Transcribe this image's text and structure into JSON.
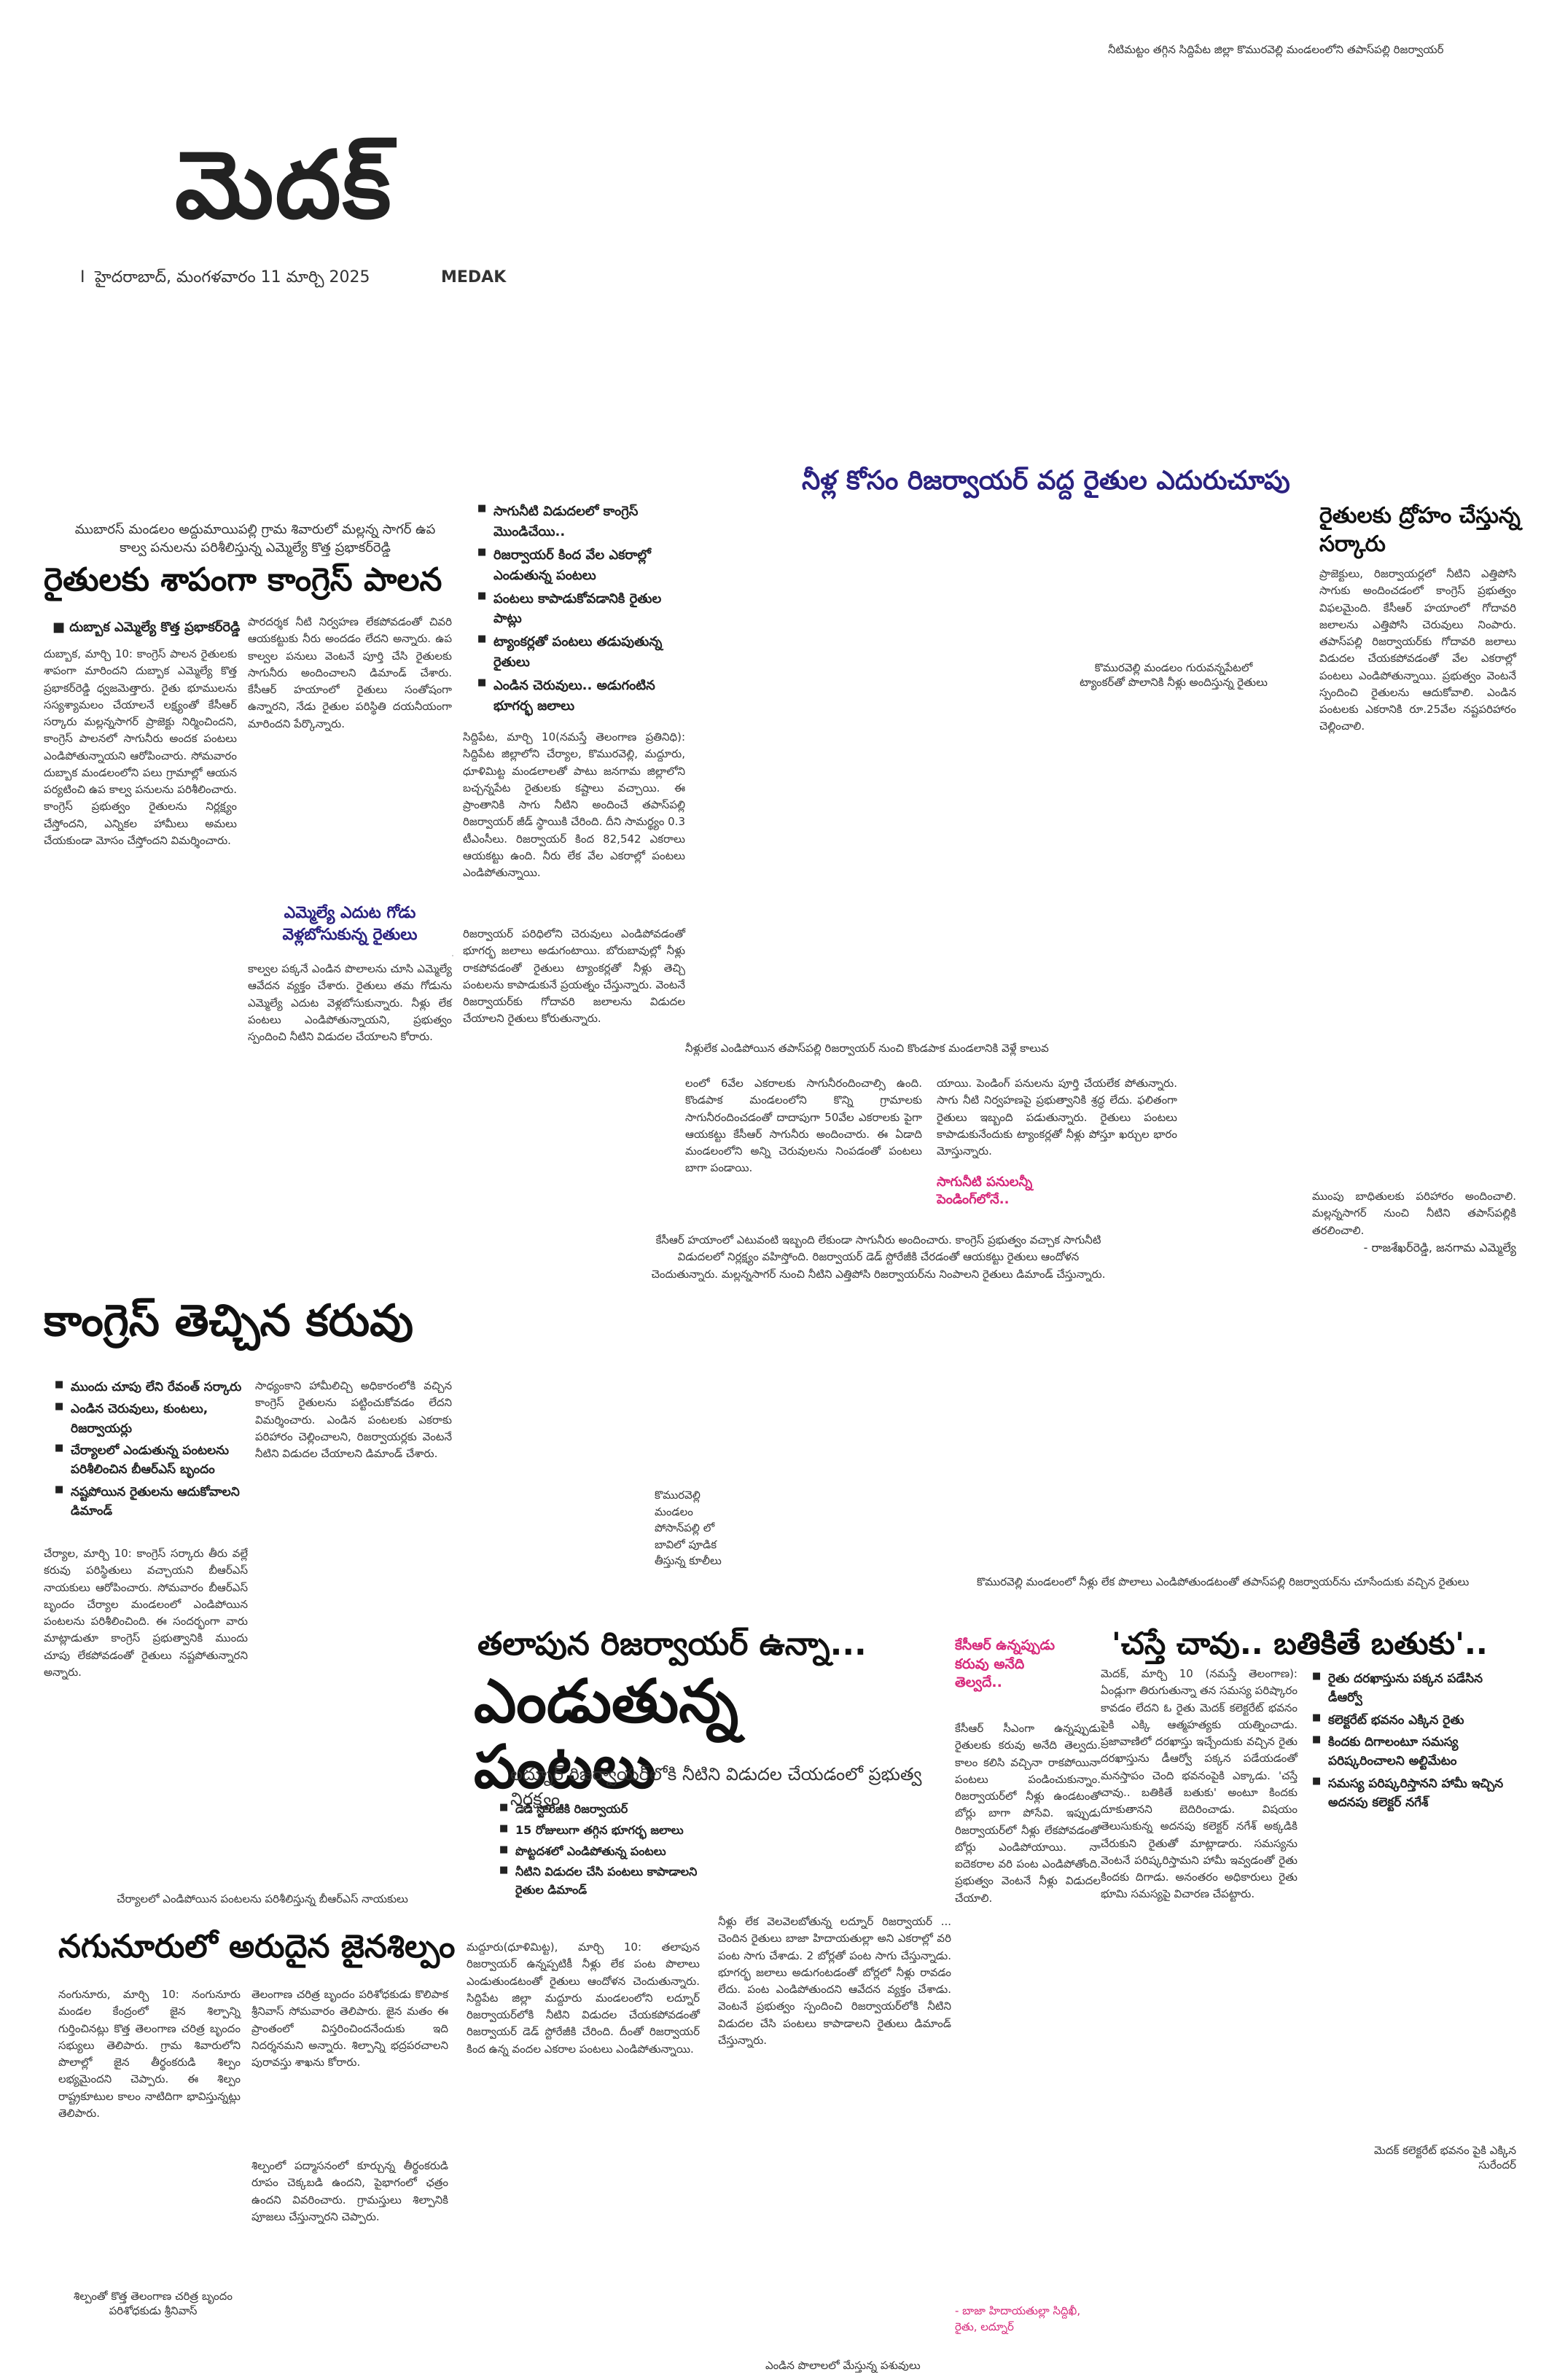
{
  "masthead": {
    "title": "మెదక్",
    "date_line": "హైదరాబాద్, మంగళవారం 11 మార్చి 2025",
    "edition": "MEDAK",
    "page_marker": "I"
  },
  "top_caption": "నీటిమట్టం తగ్గిన సిద్దిపేట జిల్లా కొమురవెల్లి మండలంలోని తపాస్‌పల్లి రిజర్వాయర్",
  "story1": {
    "kicker": "ముబారస్ మండలం అద్దుమాయిపల్లి గ్రామ శివారులో మల్లన్న సాగర్ ఉప కాల్వ పనులను పరిశీలిస్తున్న ఎమ్మెల్యే కొత్త ప్రభాకర్‌రెడ్డి",
    "headline": "రైతులకు శాపంగా కాంగ్రెస్ పాలన",
    "byline": "దుబ్బాక ఎమ్మెల్యే కొత్త ప్రభాకర్‌రెడ్డి",
    "body_a": "దుబ్బాక, మార్చి 10: కాంగ్రెస్ పాలన రైతులకు శాపంగా మారిందని దుబ్బాక ఎమ్మెల్యే కొత్త ప్రభాకర్‌రెడ్డి ధ్వజమెత్తారు. రైతు భూములను సస్యశ్యామలం చేయాలనే లక్ష్యంతో కేసీఆర్ సర్కారు మల్లన్నసాగర్ ప్రాజెక్టు నిర్మించిందని, కాంగ్రెస్ పాలనలో సాగునీరు అందక పంటలు ఎండిపోతున్నాయని ఆరోపించారు. సోమవారం దుబ్బాక మండలంలోని పలు గ్రామాల్లో ఆయన పర్యటించి ఉప కాల్వ పనులను పరిశీలించారు. కాంగ్రెస్ ప్రభుత్వం రైతులను నిర్లక్ష్యం చేస్తోందని, ఎన్నికల హామీలు అమలు చేయకుండా మోసం చేస్తోందని విమర్శించారు.",
    "body_b": "పారదర్శక నీటి నిర్వహణ లేకపోవడంతో చివరి ఆయకట్టుకు నీరు అందడం లేదని అన్నారు. ఉప కాల్వల పనులు వెంటనే పూర్తి చేసి రైతులకు సాగునీరు అందించాలని డిమాండ్ చేశారు. కేసీఆర్ హయాంలో రైతులు సంతోషంగా ఉన్నారని, నేడు రైతుల పరిస్థితి దయనీయంగా మారిందని పేర్కొన్నారు.",
    "subhead": "ఎమ్మెల్యే ఎదుట గోడు వెళ్లబోసుకున్న రైతులు",
    "body_c": "కాల్వల పక్కనే ఎండిన పొలాలను చూసి ఎమ్మెల్యే ఆవేదన వ్యక్తం చేశారు. రైతులు తమ గోడును ఎమ్మెల్యే ఎదుట వెళ్లబోసుకున్నారు. నీళ్లు లేక పంటలు ఎండిపోతున్నాయని, ప్రభుత్వం స్పందించి నీటిని విడుదల చేయాలని కోరారు."
  },
  "story1_bullets": [
    "సాగునీటి విడుదలలో కాంగ్రెస్ మొండిచేయి..",
    "రిజర్వాయర్ కింద వేల ఎకరాల్లో ఎండుతున్న పంటలు",
    "పంటలు కాపాడుకోవడానికి రైతుల పాట్లు",
    "ట్యాంకర్లతో పంటలు తడుపుతున్న రైతులు",
    "ఎండిన చెరువులు.. అడుగంటిన భూగర్భ జలాలు"
  ],
  "center_story": {
    "headline": "నీళ్ల కోసం రిజర్వాయర్ వద్ద రైతుల ఎదురుచూపు",
    "body_a": "సిద్దిపేట, మార్చి 10(నమస్తే తెలంగాణ ప్రతినిధి): సిద్దిపేట జిల్లాలోని చేర్యాల, కొమురవెల్లి, మద్దూరు, ధూళిమిట్ట మండలాలతో పాటు జనగామ జిల్లాలోని బచ్చన్నపేట రైతులకు కష్టాలు వచ్చాయి. ఈ ప్రాంతానికి సాగు నీటిని అందించే తపాస్‌పల్లి రిజర్వాయర్ జీడ్ స్థాయికి చేరింది. దీని సామర్థ్యం 0.3 టీఎంసీలు. రిజర్వాయర్ కింద 82,542 ఎకరాలు ఆయకట్టు ఉంది. నీరు లేక వేల ఎకరాల్లో పంటలు ఎండిపోతున్నాయి.",
    "body_b": "రిజర్వాయర్ పరిధిలోని చెరువులు ఎండిపోవడంతో భూగర్భ జలాలు అడుగంటాయి. బోరుబావుల్లో నీళ్లు రాకపోవడంతో రైతులు ట్యాంకర్లతో నీళ్లు తెచ్చి పంటలను కాపాడుకునే ప్రయత్నం చేస్తున్నారు. వెంటనే రిజర్వాయర్‌కు గోదావరి జలాలను విడుదల చేయాలని రైతులు కోరుతున్నారు.",
    "photo_caption": "నీళ్లులేక ఎండిపోయిన తపాస్‌పల్లి రిజర్వాయర్ నుంచి కొండపాక మండలానికి వెళ్లే కాలువ",
    "body_c": "లంలో 6వేల ఎకరాలకు సాగునీరందించాల్సి ఉంది. కొండపాక మండలంలోని కొన్ని గ్రామాలకు సాగునీరందించడంతో దాదాపుగా 50వేల ఎకరాలకు పైగా ఆయకట్టు కేసీఆర్ సాగునీరు అందించారు. ఈ ఏడాది మండలంలోని అన్ని చెరువులను నింపడంతో పంటలు బాగా పండాయి.",
    "body_d": "యాయి. పెండింగ్ పనులను పూర్తి చేయలేక పోతున్నారు. సాగు నీటి నిర్వహణపై ప్రభుత్వానికి శ్రద్ధ లేదు. ఫలితంగా రైతులు ఇబ్బంది పడుతున్నారు. రైతులు పంటలు కాపాడుకునేందుకు ట్యాంకర్లతో నీళ్లు పోస్తూ ఖర్చుల భారం మోస్తున్నారు.",
    "pullquote": "సాగునీటి పనులన్నీ పెండింగ్‌లోనే..",
    "wide_body": "కేసీఆర్ హయాంలో ఎటువంటి ఇబ్బంది లేకుండా సాగునీరు అందించారు. కాంగ్రెస్ ప్రభుత్వం వచ్చాక సాగునీటి విడుదలలో నిర్లక్ష్యం వహిస్తోంది. రిజర్వాయర్ డెడ్ స్టోరేజీకి చేరడంతో ఆయకట్టు రైతులు ఆందోళన చెందుతున్నారు. మల్లన్నసాగర్ నుంచి నీటిని ఎత్తిపోసి రిజర్వాయర్‌ను నింపాలని రైతులు డిమాండ్ చేస్తున్నారు.",
    "photo2_caption": "కొమురవెల్లి మండలం పోసాన్‌పల్లి లో బావిలో పూడిక తీస్తున్న కూలీలు",
    "bottom_caption": "కొమురవెల్లి మండలంలో నీళ్లు లేక పొలాలు ఎండిపోతుండటంతో తపాస్‌పల్లి రిజర్వాయర్‌ను చూసేందుకు వచ్చిన రైతులు",
    "top_caption": "కొమురవెల్లి మండలం గురువన్నపేటలో ట్యాంకర్‌తో పొలానికి నీళ్లు అందిస్తున్న రైతులు"
  },
  "right_column": {
    "headline": "రైతులకు ద్రోహం చేస్తున్న సర్కారు",
    "body": "ప్రాజెక్టులు, రిజర్వాయర్లలో నీటిని ఎత్తిపోసి సాగుకు అందించడంలో కాంగ్రెస్ ప్రభుత్వం విఫలమైంది. కేసీఆర్ హయాంలో గోదావరి జలాలను ఎత్తిపోసి చెరువులు నింపారు. తపాస్‌పల్లి రిజర్వాయర్‌కు గోదావరి జలాలు విడుదల చేయకపోవడంతో వేల ఎకరాల్లో పంటలు ఎండిపోతున్నాయి. ప్రభుత్వం వెంటనే స్పందించి రైతులను ఆదుకోవాలి. ఎండిన పంటలకు ఎకరానికి రూ.25వేల నష్టపరిహారం చెల్లించాలి.",
    "body2": "ముంపు బాధితులకు పరిహారం అందించాలి. మల్లన్నసాగర్ నుంచి నీటిని తపాస్‌పల్లికి తరలించాలి.",
    "signature": "- రాజశేఖర్‌రెడ్డి, జనగామ ఎమ్మెల్యే"
  },
  "story2": {
    "headline": "కాంగ్రెస్ తెచ్చిన కరువు",
    "bullets": [
      "ముందు చూపు లేని రేవంత్ సర్కారు",
      "ఎండిన చెరువులు, కుంటలు, రిజర్వాయర్లు",
      "చేర్యాలలో ఎండుతున్న పంటలను పరిశీలించిన బీఆర్ఎస్ బృందం",
      "నష్టపోయిన రైతులను ఆదుకోవాలని డిమాండ్"
    ],
    "body_a": "చేర్యాల, మార్చి 10: కాంగ్రెస్ సర్కారు తీరు వల్లే కరువు పరిస్థితులు వచ్చాయని బీఆర్ఎస్ నాయకులు ఆరోపించారు. సోమవారం బీఆర్ఎస్ బృందం చేర్యాల మండలంలో ఎండిపోయిన పంటలను పరిశీలించింది. ఈ సందర్భంగా వారు మాట్లాడుతూ కాంగ్రెస్ ప్రభుత్వానికి ముందు చూపు లేకపోవడంతో రైతులు నష్టపోతున్నారని అన్నారు.",
    "body_b": "సాధ్యంకాని హామీలిచ్చి అధికారంలోకి వచ్చిన కాంగ్రెస్ రైతులను పట్టించుకోవడం లేదని విమర్శించారు. ఎండిన పంటలకు ఎకరాకు పరిహారం చెల్లించాలని, రిజర్వాయర్లకు వెంటనే నీటిని విడుదల చేయాలని డిమాండ్ చేశారు."
  },
  "story3": {
    "kicker": "తలాపున రిజర్వాయర్ ఉన్నా...",
    "headline": "ఎండుతున్న పంటలు",
    "deck": "లద్నూర్ రిజర్వాయర్‌లోకి నీటిని విడుదల చేయడంలో ప్రభుత్వ నిర్లక్ష్యం",
    "bullets": [
      "డెడ్ స్టోరేజీకి రిజర్వాయర్",
      "15 రోజులుగా తగ్గిన భూగర్భ జలాలు",
      "పొట్టదశలో ఎండిపోతున్న పంటలు",
      "నీటిని విడుదల చేసి పంటలు కాపాడాలని రైతుల డిమాండ్"
    ],
    "body_a": "మద్దూరు(ధూళిమిట్ట), మార్చి 10: తలాపున రిజర్వాయర్ ఉన్నప్పటికీ నీళ్లు లేక పంట పొలాలు ఎండుతుండటంతో రైతులు ఆందోళన చెందుతున్నారు. సిద్దిపేట జిల్లా మద్దూరు మండలంలోని లద్నూర్ రిజర్వాయర్‌లోకి నీటిని విడుదల చేయకపోవడంతో రిజర్వాయర్ డెడ్ స్టోరేజీకి చేరింది. దీంతో రిజర్వాయర్ కింద ఉన్న వందల ఎకరాల పంటలు ఎండిపోతున్నాయి.",
    "body_b": "నీళ్లు లేక వెలవెలబోతున్న లద్నూర్ రిజర్వాయర్ ... చెందిన రైతులు బాజా హిదాయతుల్లా అని ఎకరాల్లో వరి పంట సాగు చేశాడు. 2 బోర్లతో పంట సాగు చేస్తున్నాడు. భూగర్భ జలాలు అడుగంటడంతో బోర్లలో నీళ్లు రావడం లేదు. పంట ఎండిపోతుందని ఆవేదన వ్యక్తం చేశాడు. వెంటనే ప్రభుత్వం స్పందించి రిజర్వాయర్‌లోకి నీటిని విడుదల చేసి పంటలు కాపాడాలని రైతులు డిమాండ్ చేస్తున్నారు.",
    "side_headline": "కేసీఆర్ ఉన్నప్పుడు కరువు అనేది తెల్వదే..",
    "side_body": "కేసీఆర్ సీఎంగా ఉన్నప్పుడు రైతులకు కరువు అనేది తెల్వదు. కాలం కలిసి వచ్చినా రాకపోయినా పంటలు పండించుకున్నాం. రిజర్వాయర్‌లో నీళ్లు ఉండటంతో బోర్లు బాగా పోసేవి. ఇప్పుడు రిజర్వాయర్‌లో నీళ్లు లేకపోవడంతో బోర్లు ఎండిపోయాయి. నా ఐదెకరాల వరి పంట ఎండిపోతోంది. ప్రభుత్వం వెంటనే నీళ్లు విడుదల చేయాలి.",
    "side_sig": "- బాజా హిదాయతుల్లా సిద్దిఖీ, రైతు, లద్నూర్",
    "bottom_caption": "ఎండిన పొలాలలో మేస్తున్న పశువులు"
  },
  "story4": {
    "headline": "'చస్తే చావు.. బతికితే బతుకు'..",
    "bullets": [
      "రైతు దరఖాస్తును పక్కన పడేసిన డీఆర్వో",
      "కలెక్టరేట్ భవనం ఎక్కిన రైతు",
      "కిందకు దిగాలంటూ సమస్య పరిష్కరించాలని అల్టిమేటం",
      "సమస్య పరిష్కరిస్తానని హామీ ఇచ్చిన అదనపు కలెక్టర్ నగేశ్"
    ],
    "body": "మెదక్, మార్చి 10 (నమస్తే తెలంగాణ): ఏండ్లుగా తిరుగుతున్నా తన సమస్య పరిష్కారం కావడం లేదని ఓ రైతు మెదక్ కలెక్టరేట్ భవనం పైకి ఎక్కి ఆత్మహత్యకు యత్నించాడు. ప్రజావాణిలో దరఖాస్తు ఇచ్చేందుకు వచ్చిన రైతు దరఖాస్తును డీఆర్వో పక్కన పడేయడంతో మనస్తాపం చెంది భవనంపైకి ఎక్కాడు. 'చస్తే చావు.. బతికితే బతుకు' అంటూ కిందకు దూకుతానని బెదిరించాడు. విషయం తెలుసుకున్న అదనపు కలెక్టర్ నగేశ్ అక్కడికి చేరుకుని రైతుతో మాట్లాడారు. సమస్యను వెంటనే పరిష్కరిస్తామని హామీ ఇవ్వడంతో రైతు కిందకు దిగాడు. అనంతరం అధికారులు రైతు భూమి సమస్యపై విచారణ చేపట్టారు.",
    "photo_caption": "మెదక్ కలెక్టరేట్ భవనం పైకి ఎక్కిన సురేందర్"
  },
  "story5": {
    "kicker": "చేర్యాలలో ఎండిపోయిన పంటలను పరిశీలిస్తున్న బీఆర్ఎస్ నాయకులు",
    "headline": "నగునూరులో అరుదైన జైనశిల్పం",
    "body_a": "నంగునూరు, మార్చి 10: నంగునూరు మండల కేంద్రంలో జైన శిల్పాన్ని గుర్తించినట్లు కొత్త తెలంగాణ చరిత్ర బృందం సభ్యులు తెలిపారు. గ్రామ శివారులోని పొలాల్లో జైన తీర్థంకరుడి శిల్పం లభ్యమైందని చెప్పారు. ఈ శిల్పం రాష్ట్రకూటుల కాలం నాటిదిగా భావిస్తున్నట్లు తెలిపారు.",
    "body_b": "తెలంగాణ చరిత్ర బృందం పరిశోధకుడు కొలిపాక శ్రీనివాస్ సోమవారం తెలిపారు. జైన మతం ఈ ప్రాంతంలో విస్తరించిందనేందుకు ఇది నిదర్శనమని అన్నారు. శిల్పాన్ని భద్రపరచాలని పురావస్తు శాఖను కోరారు.",
    "body_c": "శిల్పంలో పద్మాసనంలో కూర్చున్న తీర్థంకరుడి రూపం చెక్కబడి ఉందని, పైభాగంలో ఛత్రం ఉందని వివరించారు. గ్రామస్తులు శిల్పానికి పూజలు చేస్తున్నారని చెప్పారు.",
    "photo_caption": "శిల్పంతో కొత్త తెలంగాణ చరిత్ర బృందం పరిశోధకుడు శ్రీనివాస్"
  }
}
